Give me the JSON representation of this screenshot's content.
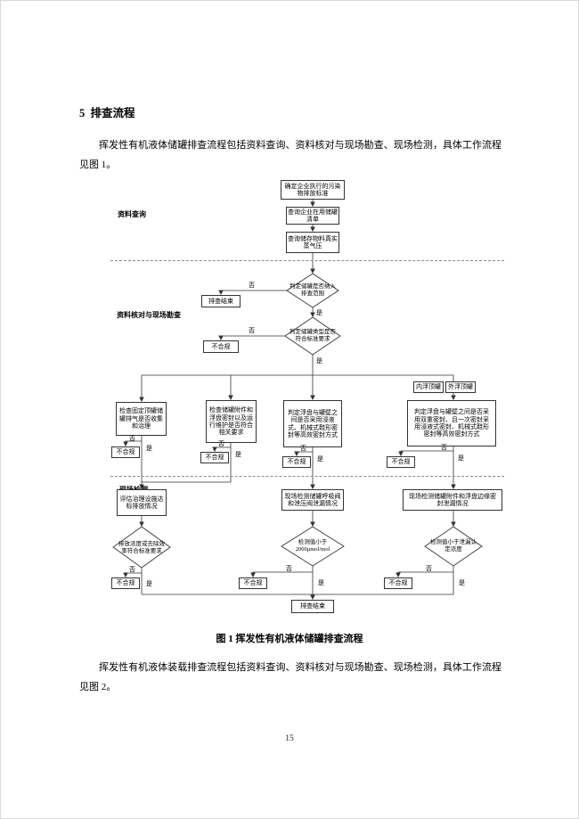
{
  "document": {
    "heading": "5  排查流程",
    "para1": "挥发性有机液体储罐排查流程包括资料查询、资料核对与现场勘查、现场检测，具体工作流程见图 1。",
    "caption": "图 1  挥发性有机液体储罐排查流程",
    "para2": "挥发性有机液体装载排查流程包括资料查询、资料核对与现场勘查、现场检测，具体工作流程见图 2。",
    "page_number": "15"
  },
  "flowchart": {
    "sections": {
      "s1": "资料查询",
      "s2": "资料核对与现场勘查",
      "s3": "现场检测"
    },
    "labels": {
      "yes": "是",
      "no": "否"
    },
    "nodes": {
      "n1": "确定企业执行的污染物排放标准",
      "n2": "查询企业在用储罐清单",
      "n3": "查询储存物料真实蒸气压",
      "d1": "判定储罐是否纳入排查范围",
      "end1": "排查结束",
      "d2": "判定储罐类型是否符合标准要求",
      "nc": "不合规",
      "tank_internal": "内浮顶罐",
      "tank_external": "外浮顶罐",
      "b1": "检查固定顶罐储罐排气是否收集和治理",
      "b2": "检查储罐附件和浮盘密封以及运行维护是否符合相关要求",
      "b3": "判定浮盘与罐壁之间是否采用浸液式、机械式鞋形密封等高效密封方式",
      "b4": "判定浮盘与罐壁之间是否采用双重密封、且一次密封采用浸液式密封、机械式鞋形密封等高效密封方式",
      "c1": "评估治理设施达标排放情况",
      "c2": "现场检测储罐呼吸阀和泄压阀泄漏情况",
      "c3": "现场检测储罐附件和浮盘边缘密封泄漏情况",
      "dc1": "排放浓度或去除效率符合标准要求",
      "dc2": "检测值小于2000μmol/mol",
      "dc3": "检测值小于泄漏认定浓度",
      "end2": "排查结束"
    }
  }
}
